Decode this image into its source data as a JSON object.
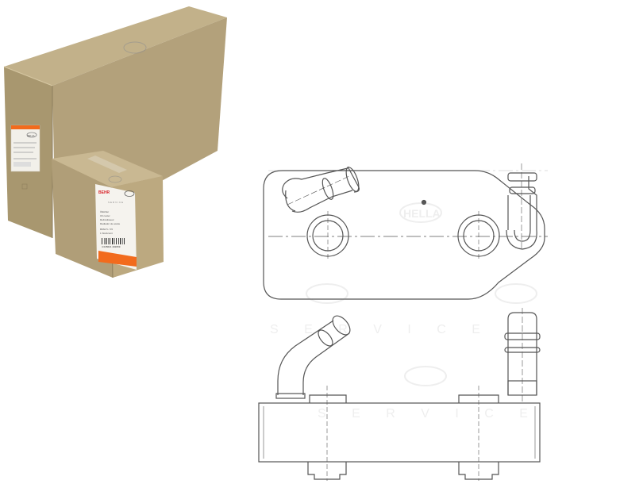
{
  "box_large": {
    "logo": "HELLA",
    "label_lines": [
      "",
      "",
      "",
      "",
      ""
    ]
  },
  "box_small": {
    "brand": "BEHR",
    "logo": "HELLA",
    "service": "SERVICE",
    "label_lines": [
      "Ölkühler",
      "Oil cooler",
      "Refroidisseur",
      "Radiador de aceite",
      "BMW 5 / X5",
      "1 Stück/unit"
    ],
    "barcode_text": "4 045621 402669"
  },
  "watermarks": {
    "logo": "HELLA",
    "service": "S E R V I C E"
  },
  "colors": {
    "cardboard": "#b7a57f",
    "cardboard_dark": "#9c8c68",
    "line": "#555555",
    "label_orange": "#f26b1d",
    "behr_red": "#d8232a"
  }
}
